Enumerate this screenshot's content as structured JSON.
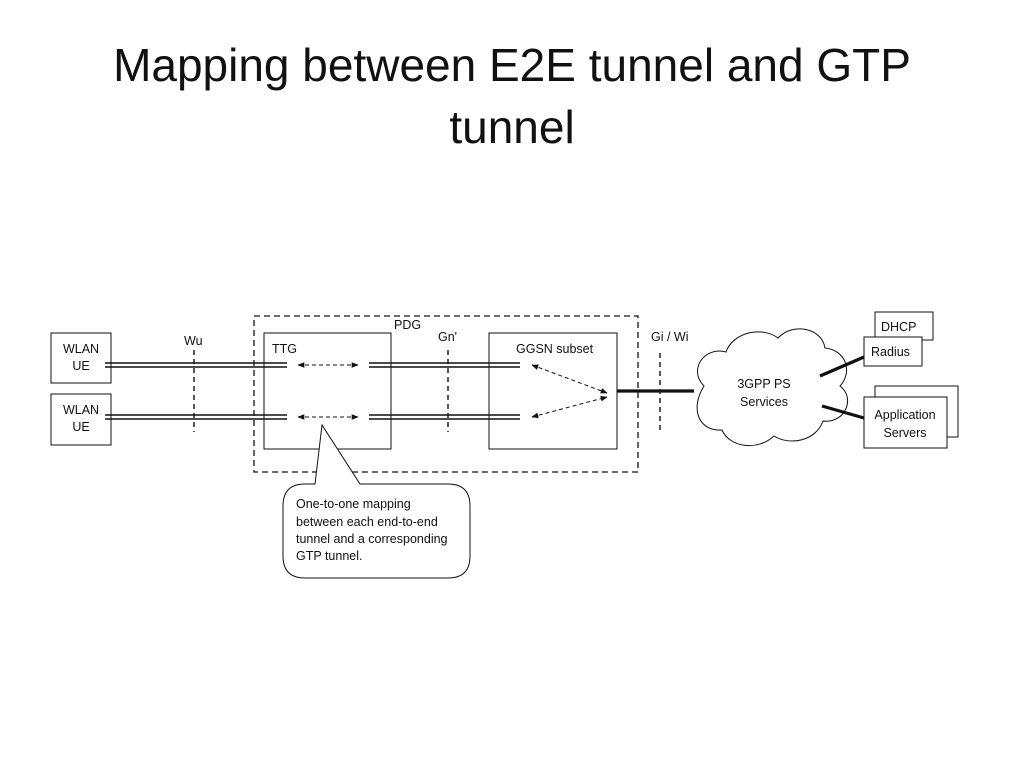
{
  "title": {
    "line1": "Mapping between E2E tunnel and GTP",
    "line2": "tunnel"
  },
  "diagram": {
    "pdg_label": "PDG",
    "ue1_label": [
      "WLAN",
      "UE"
    ],
    "ue2_label": [
      "WLAN",
      "UE"
    ],
    "wu_label": "Wu",
    "ttg_label": "TTG",
    "gn_label": "Gn'",
    "ggsn_label": "GGSN subset",
    "gi_label": "Gi / Wi",
    "cloud_label": [
      "3GPP PS",
      "Services"
    ],
    "dhcp_label": "DHCP",
    "radius_label": "Radius",
    "app_servers_label": [
      "Application",
      "Servers"
    ],
    "callout_text": [
      "One-to-one mapping",
      "between each end-to-end",
      "tunnel and a corresponding",
      "GTP tunnel."
    ]
  }
}
